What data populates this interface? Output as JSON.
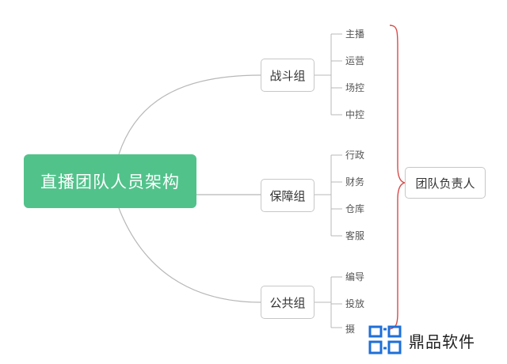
{
  "diagram": {
    "root": "直播团队人员架构",
    "groups": [
      {
        "label": "战斗组",
        "items": [
          "主播",
          "运营",
          "场控",
          "中控"
        ]
      },
      {
        "label": "保障组",
        "items": [
          "行政",
          "财务",
          "仓库",
          "客服"
        ]
      },
      {
        "label": "公共组",
        "items": [
          "编导",
          "投放",
          "摄"
        ]
      }
    ],
    "owner": "团队负责人",
    "colors": {
      "root": "#52c28b",
      "brace": "#d94a4a",
      "line": "#b8b8b8"
    }
  },
  "watermark": {
    "brand": "鼎品软件",
    "icon": "dingpin-logo-icon"
  }
}
